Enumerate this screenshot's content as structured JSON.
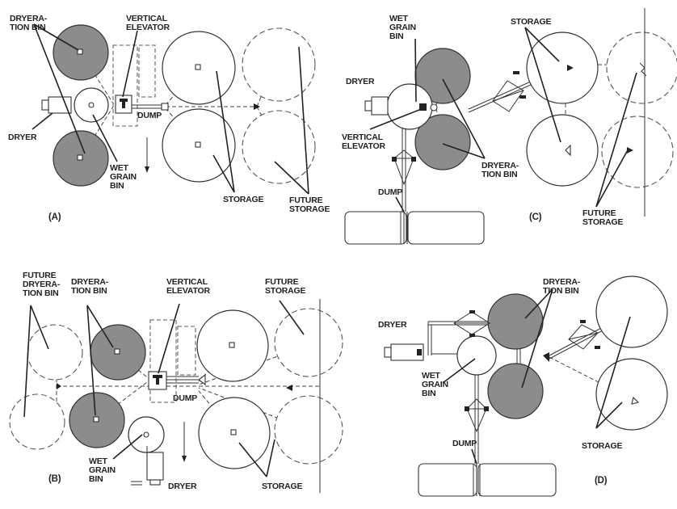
{
  "panels": {
    "A": {
      "panel_label": "(A)",
      "dryeration_bin": "DRYERA-\nTION BIN",
      "vertical_elevator": "VERTICAL\nELEVATOR",
      "dump": "DUMP",
      "dryer": "DRYER",
      "wet_grain_bin": "WET\nGRAIN\nBIN",
      "storage": "STORAGE",
      "future_storage": "FUTURE\nSTORAGE"
    },
    "B": {
      "panel_label": "(B)",
      "future_dryeration_bin": "FUTURE\nDRYERA-\nTION BIN",
      "dryeration_bin": "DRYERA-\nTION BIN",
      "vertical_elevator": "VERTICAL\nELEVATOR",
      "future_storage": "FUTURE\nSTORAGE",
      "dump": "DUMP",
      "wet_grain_bin": "WET\nGRAIN\nBIN",
      "dryer": "DRYER",
      "storage": "STORAGE"
    },
    "C": {
      "panel_label": "(C)",
      "wet_grain_bin": "WET\nGRAIN\nBIN",
      "storage": "STORAGE",
      "dryer": "DRYER",
      "vertical_elevator": "VERTICAL\nELEVATOR",
      "dryeration_bin": "DRYERA-\nTION BIN",
      "dump": "DUMP",
      "future_storage": "FUTURE\nSTORAGE"
    },
    "D": {
      "panel_label": "(D)",
      "dryeration_bin": "DRYERA-\nTION BIN",
      "dryer": "DRYER",
      "wet_grain_bin": "WET\nGRAIN\nBIN",
      "storage": "STORAGE",
      "dump": "DUMP"
    }
  }
}
